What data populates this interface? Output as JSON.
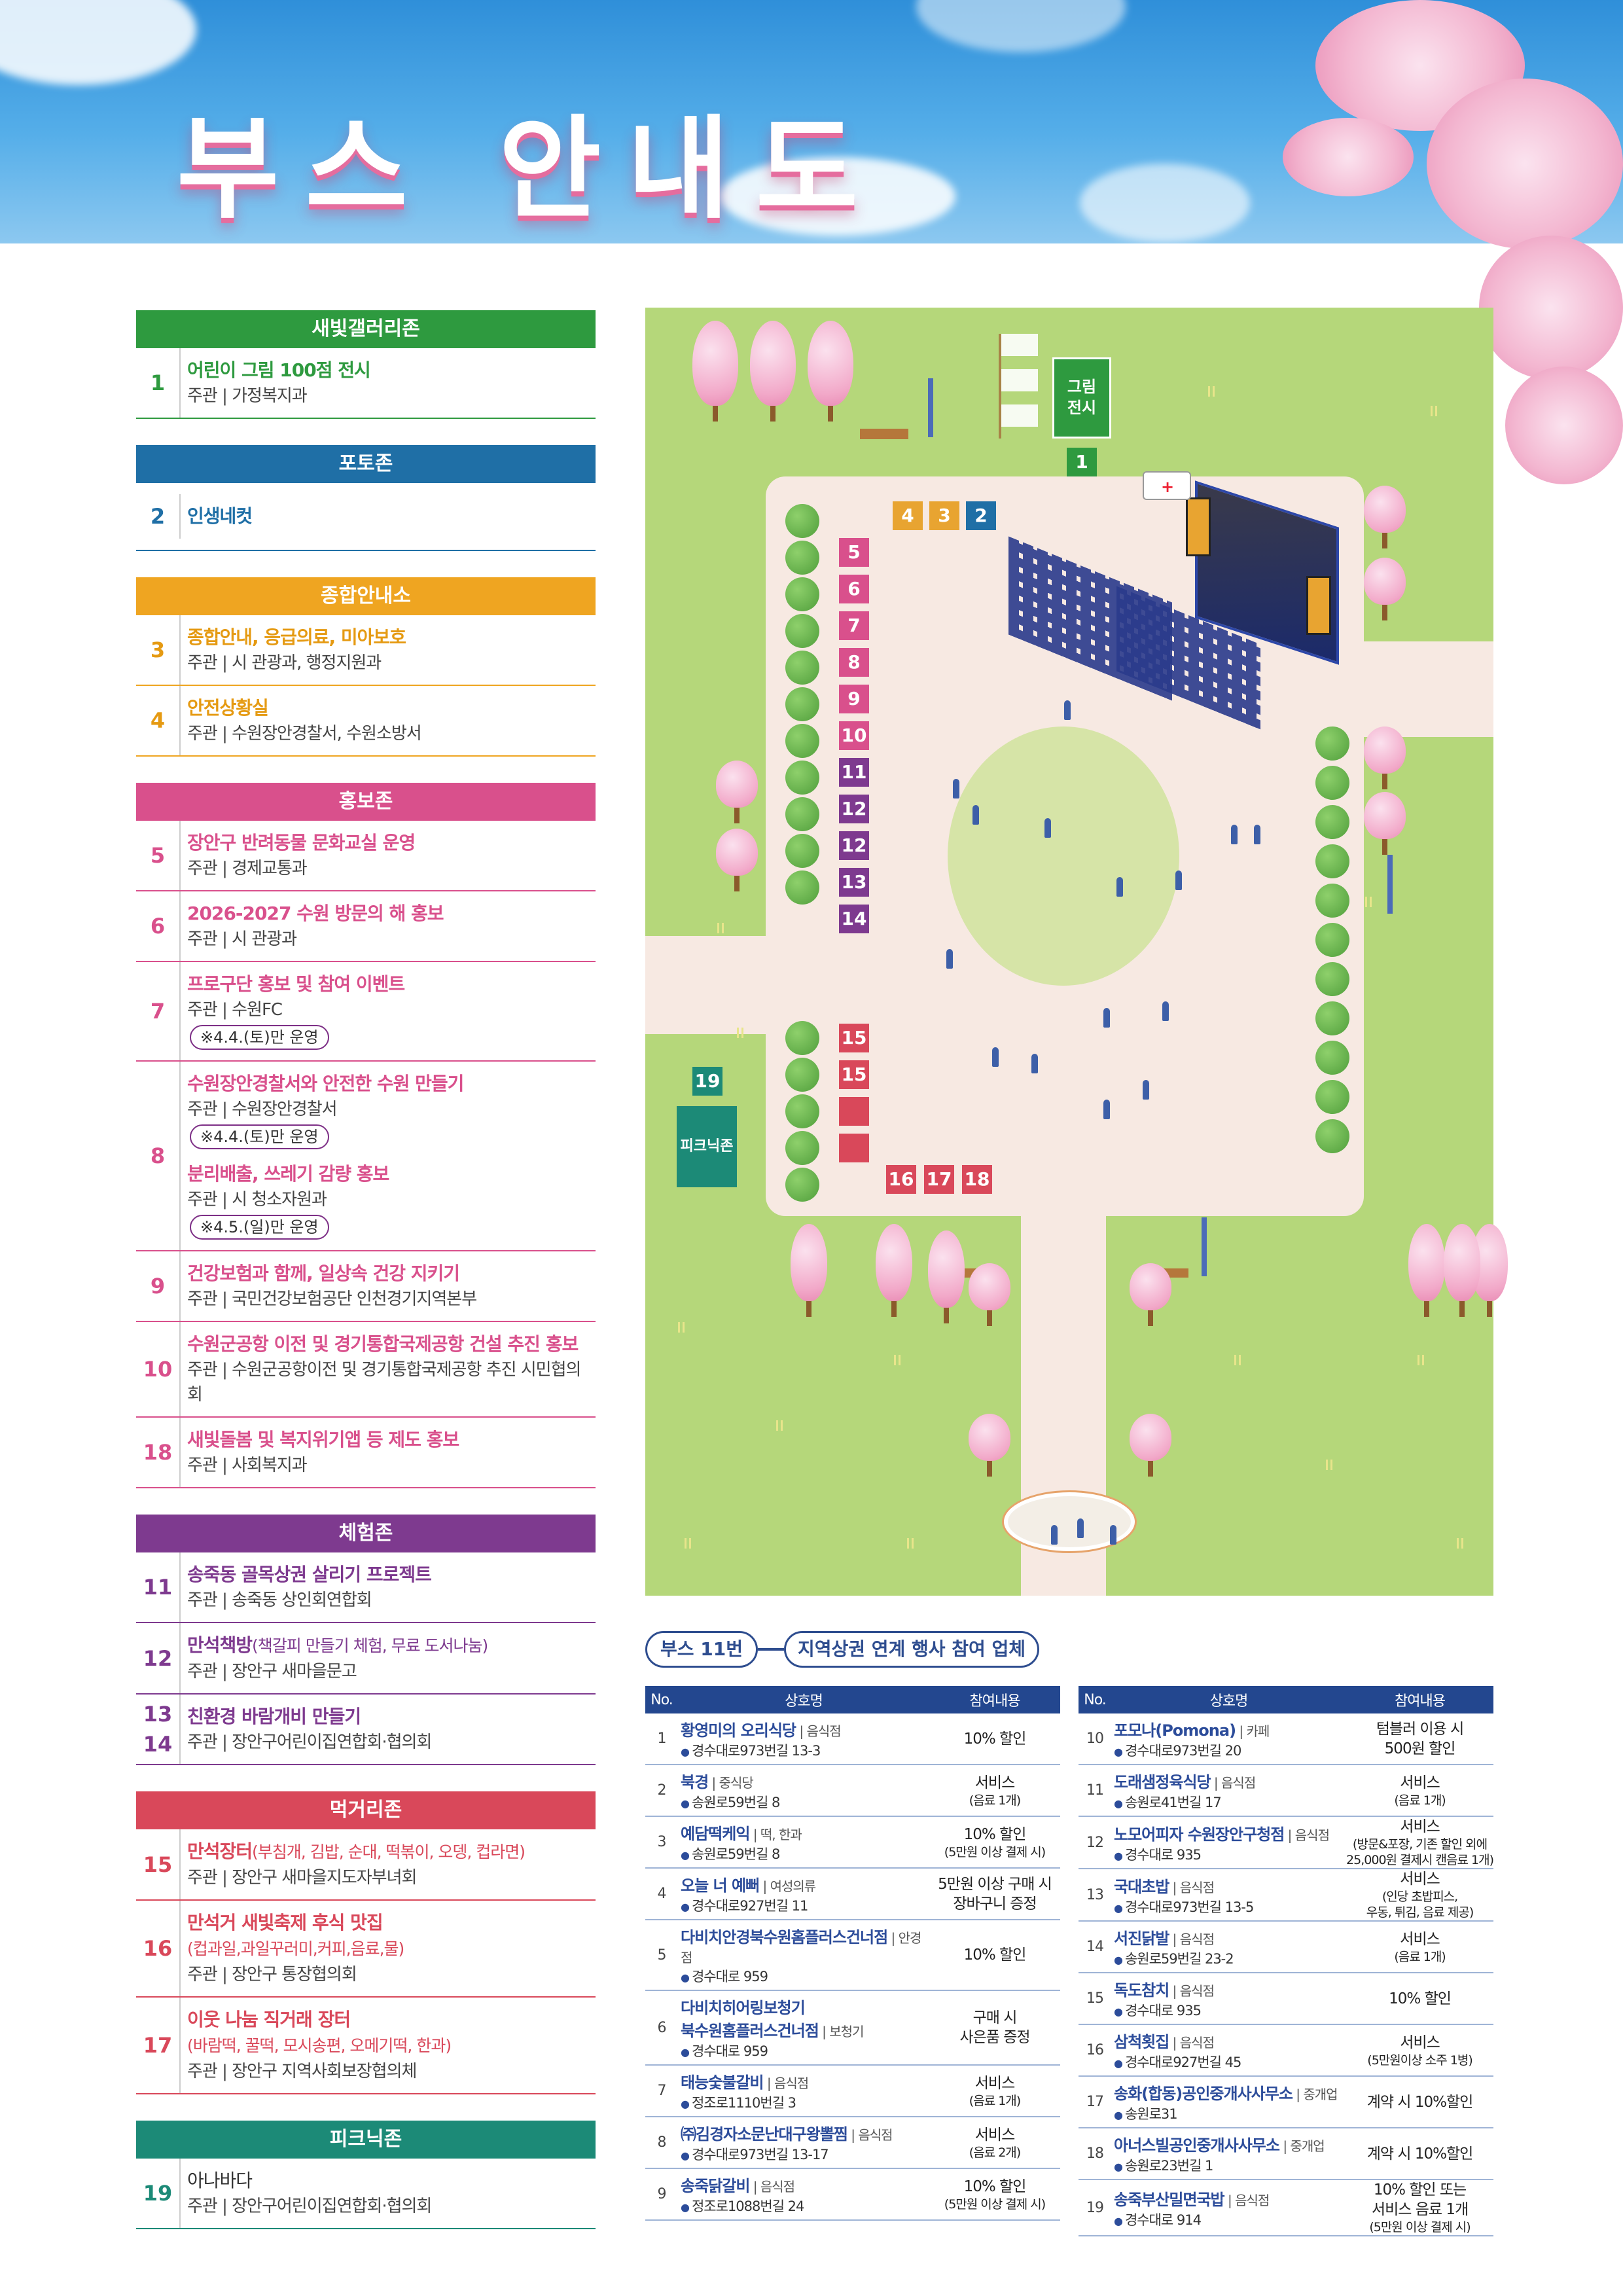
{
  "title": "부스 안내도",
  "zones": [
    {
      "id": "gallery",
      "name": "새빛갤러리존",
      "color": "#2e9a3f",
      "text_color": "#2e9a3f",
      "items": [
        {
          "num": "1",
          "title": "어린이 그림 100점 전시",
          "host": "주관 | 가정복지과"
        }
      ]
    },
    {
      "id": "photo",
      "name": "포토존",
      "color": "#1f6fa6",
      "text_color": "#1f6fa6",
      "items": [
        {
          "num": "2",
          "title": "인생네컷",
          "host": ""
        }
      ]
    },
    {
      "id": "info",
      "name": "종합안내소",
      "color": "#efa521",
      "text_color": "#e59a12",
      "items": [
        {
          "num": "3",
          "title": "종합안내, 응급의료, 미아보호",
          "host": "주관 | 시 관광과, 행정지원과"
        },
        {
          "num": "4",
          "title": "안전상황실",
          "host": "주관 | 수원장안경찰서, 수원소방서"
        }
      ]
    },
    {
      "id": "promo",
      "name": "홍보존",
      "color": "#d9508c",
      "text_color": "#d9508c",
      "items": [
        {
          "num": "5",
          "title": "장안구 반려동물 문화교실 운영",
          "host": "주관 | 경제교통과"
        },
        {
          "num": "6",
          "title": "2026-2027 수원 방문의 해 홍보",
          "host": "주관 | 시 관광과"
        },
        {
          "num": "7",
          "title": "프로구단 홍보 및 참여 이벤트",
          "host": "주관 | 수원FC",
          "note": "※4.4.(토)만 운영"
        },
        {
          "num": "8",
          "subs": [
            {
              "title": "수원장안경찰서와 안전한 수원 만들기",
              "host": "주관 | 수원장안경찰서",
              "note": "※4.4.(토)만 운영"
            },
            {
              "title": "분리배출, 쓰레기 감량 홍보",
              "host": "주관 | 시 청소자원과",
              "note": "※4.5.(일)만 운영"
            }
          ]
        },
        {
          "num": "9",
          "title": "건강보험과 함께, 일상속 건강 지키기",
          "host": "주관 | 국민건강보험공단 인천경기지역본부"
        },
        {
          "num": "10",
          "title": "수원군공항 이전 및 경기통합국제공항 건설 추진 홍보",
          "host": "주관 | 수원군공항이전 및 경기통합국제공항 추진 시민협의회"
        },
        {
          "num": "18",
          "title": "새빛돌봄 및 복지위기앱 등 제도 홍보",
          "host": "주관 | 사회복지과"
        }
      ]
    },
    {
      "id": "exp",
      "name": "체험존",
      "color": "#7e3a8f",
      "text_color": "#7e3a8f",
      "items": [
        {
          "num": "11",
          "title": "송죽동 골목상권 살리기 프로젝트",
          "host": "주관 | 송죽동 상인회연합회"
        },
        {
          "num": "12",
          "title": "만석책방",
          "title_sub": "(책갈피 만들기 체험, 무료 도서나눔)",
          "host": "주관 | 장안구 새마을문고"
        },
        {
          "num": "13\n14",
          "title": "친환경 바람개비 만들기",
          "host": "주관 | 장안구어린이집연합회·협의회"
        }
      ]
    },
    {
      "id": "food",
      "name": "먹거리존",
      "color": "#d9485a",
      "text_color": "#d9485a",
      "items": [
        {
          "num": "15",
          "title": "만석장터",
          "title_sub": "(부침개, 김밥, 순대, 떡볶이, 오뎅, 컵라면)",
          "host": "주관 | 장안구 새마을지도자부녀회"
        },
        {
          "num": "16",
          "title": "만석거 새빛축제 후식 맛집",
          "title2": "(컵과일,과일꾸러미,커피,음료,물)",
          "host": "주관 | 장안구 통장협의회"
        },
        {
          "num": "17",
          "title": "이웃 나눔 직거래 장터",
          "title2": "(바람떡, 꿀떡, 모시송편, 오메기떡, 한과)",
          "host": "주관 | 장안구 지역사회보장협의체"
        }
      ]
    },
    {
      "id": "picnic",
      "name": "피크닉존",
      "color": "#1c8a77",
      "text_color": "#1c8a77",
      "items": [
        {
          "num": "19",
          "title": "아나바다",
          "host": "주관 | 장안구어린이집연합회·협의회",
          "plain": true
        }
      ]
    }
  ],
  "map": {
    "gallery_sign": "그림\n전시",
    "picnic_sign": "피크닉존",
    "booths_top": [
      "4",
      "3",
      "2"
    ],
    "booth_1": "1",
    "booths_left": [
      "5",
      "6",
      "7",
      "8",
      "9",
      "10",
      "11",
      "12",
      "12",
      "13",
      "14"
    ],
    "booths_food": [
      "15",
      "15"
    ],
    "booths_bottom": [
      "16",
      "17",
      "18"
    ],
    "booth_19": "19"
  },
  "legend": {
    "booth": "부스 11번",
    "desc": "지역상권 연계 행사 참여 업체"
  },
  "table_headers": {
    "no": "No.",
    "name": "상호명",
    "benefit": "참여내용"
  },
  "stores_left": [
    {
      "no": "1",
      "name": "황영미의 오리식당",
      "cat": "음식점",
      "addr": "경수대로973번길 13-3",
      "benefit": "10% 할인",
      "sub": ""
    },
    {
      "no": "2",
      "name": "북경",
      "cat": "중식당",
      "addr": "송원로59번길 8",
      "benefit": "서비스",
      "sub": "(음료 1개)"
    },
    {
      "no": "3",
      "name": "예담떡케익",
      "cat": "떡, 한과",
      "addr": "송원로59번길 8",
      "benefit": "10% 할인",
      "sub": "(5만원 이상 결제 시)"
    },
    {
      "no": "4",
      "name": "오늘 너 예뻐",
      "cat": "여성의류",
      "addr": "경수대로927번길 11",
      "benefit": "5만원 이상 구매 시\n장바구니 증정",
      "sub": ""
    },
    {
      "no": "5",
      "name": "다비치안경북수원홈플러스건너점",
      "cat": "안경점",
      "addr": "경수대로 959",
      "benefit": "10% 할인",
      "sub": ""
    },
    {
      "no": "6",
      "name": "다비치히어링보청기\n북수원홈플러스건너점",
      "cat": "보청기",
      "addr": "경수대로 959",
      "benefit": "구매 시\n사은품 증정",
      "sub": ""
    },
    {
      "no": "7",
      "name": "태능숯불갈비",
      "cat": "음식점",
      "addr": "정조로1110번길 3",
      "benefit": "서비스",
      "sub": "(음료 1개)"
    },
    {
      "no": "8",
      "name": "㈜김경자소문난대구왕뽈찜",
      "cat": "음식점",
      "addr": "경수대로973번길 13-17",
      "benefit": "서비스",
      "sub": "(음료 2개)"
    },
    {
      "no": "9",
      "name": "송죽닭갈비",
      "cat": "음식점",
      "addr": "정조로1088번길 24",
      "benefit": "10% 할인",
      "sub": "(5만원 이상 결제 시)"
    }
  ],
  "stores_right": [
    {
      "no": "10",
      "name": "포모나(Pomona)",
      "cat": "카페",
      "addr": "경수대로973번길 20",
      "benefit": "텀블러 이용 시\n500원 할인",
      "sub": ""
    },
    {
      "no": "11",
      "name": "도래샘정육식당",
      "cat": "음식점",
      "addr": "송원로41번길 17",
      "benefit": "서비스",
      "sub": "(음료 1개)"
    },
    {
      "no": "12",
      "name": "노모어피자 수원장안구청점",
      "cat": "음식점",
      "addr": "경수대로 935",
      "benefit": "서비스",
      "sub": "(방문&포장, 기존 할인 외에\n25,000원 결제시 캔음료 1개)"
    },
    {
      "no": "13",
      "name": "국대초밥",
      "cat": "음식점",
      "addr": "경수대로973번길 13-5",
      "benefit": "서비스",
      "sub": "(인당 초밥피스,\n우동, 튀김, 음료 제공)"
    },
    {
      "no": "14",
      "name": "서진닭발",
      "cat": "음식점",
      "addr": "송원로59번길 23-2",
      "benefit": "서비스",
      "sub": "(음료 1개)"
    },
    {
      "no": "15",
      "name": "독도참치",
      "cat": "음식점",
      "addr": "경수대로 935",
      "benefit": "10% 할인",
      "sub": ""
    },
    {
      "no": "16",
      "name": "삼척횟집",
      "cat": "음식점",
      "addr": "경수대로927번길 45",
      "benefit": "서비스",
      "sub": "(5만원이상 소주 1병)"
    },
    {
      "no": "17",
      "name": "송화(합동)공인중개사사무소",
      "cat": "중개업",
      "addr": "송원로31",
      "benefit": "계약 시 10%할인",
      "sub": ""
    },
    {
      "no": "18",
      "name": "아너스빌공인중개사사무소",
      "cat": "중개업",
      "addr": "송원로23번길 1",
      "benefit": "계약 시 10%할인",
      "sub": ""
    },
    {
      "no": "19",
      "name": "송죽부산밀면국밥",
      "cat": "음식점",
      "addr": "경수대로 914",
      "benefit": "10% 할인 또는\n서비스 음료 1개",
      "sub": "(5만원 이상 결제 시)"
    }
  ]
}
